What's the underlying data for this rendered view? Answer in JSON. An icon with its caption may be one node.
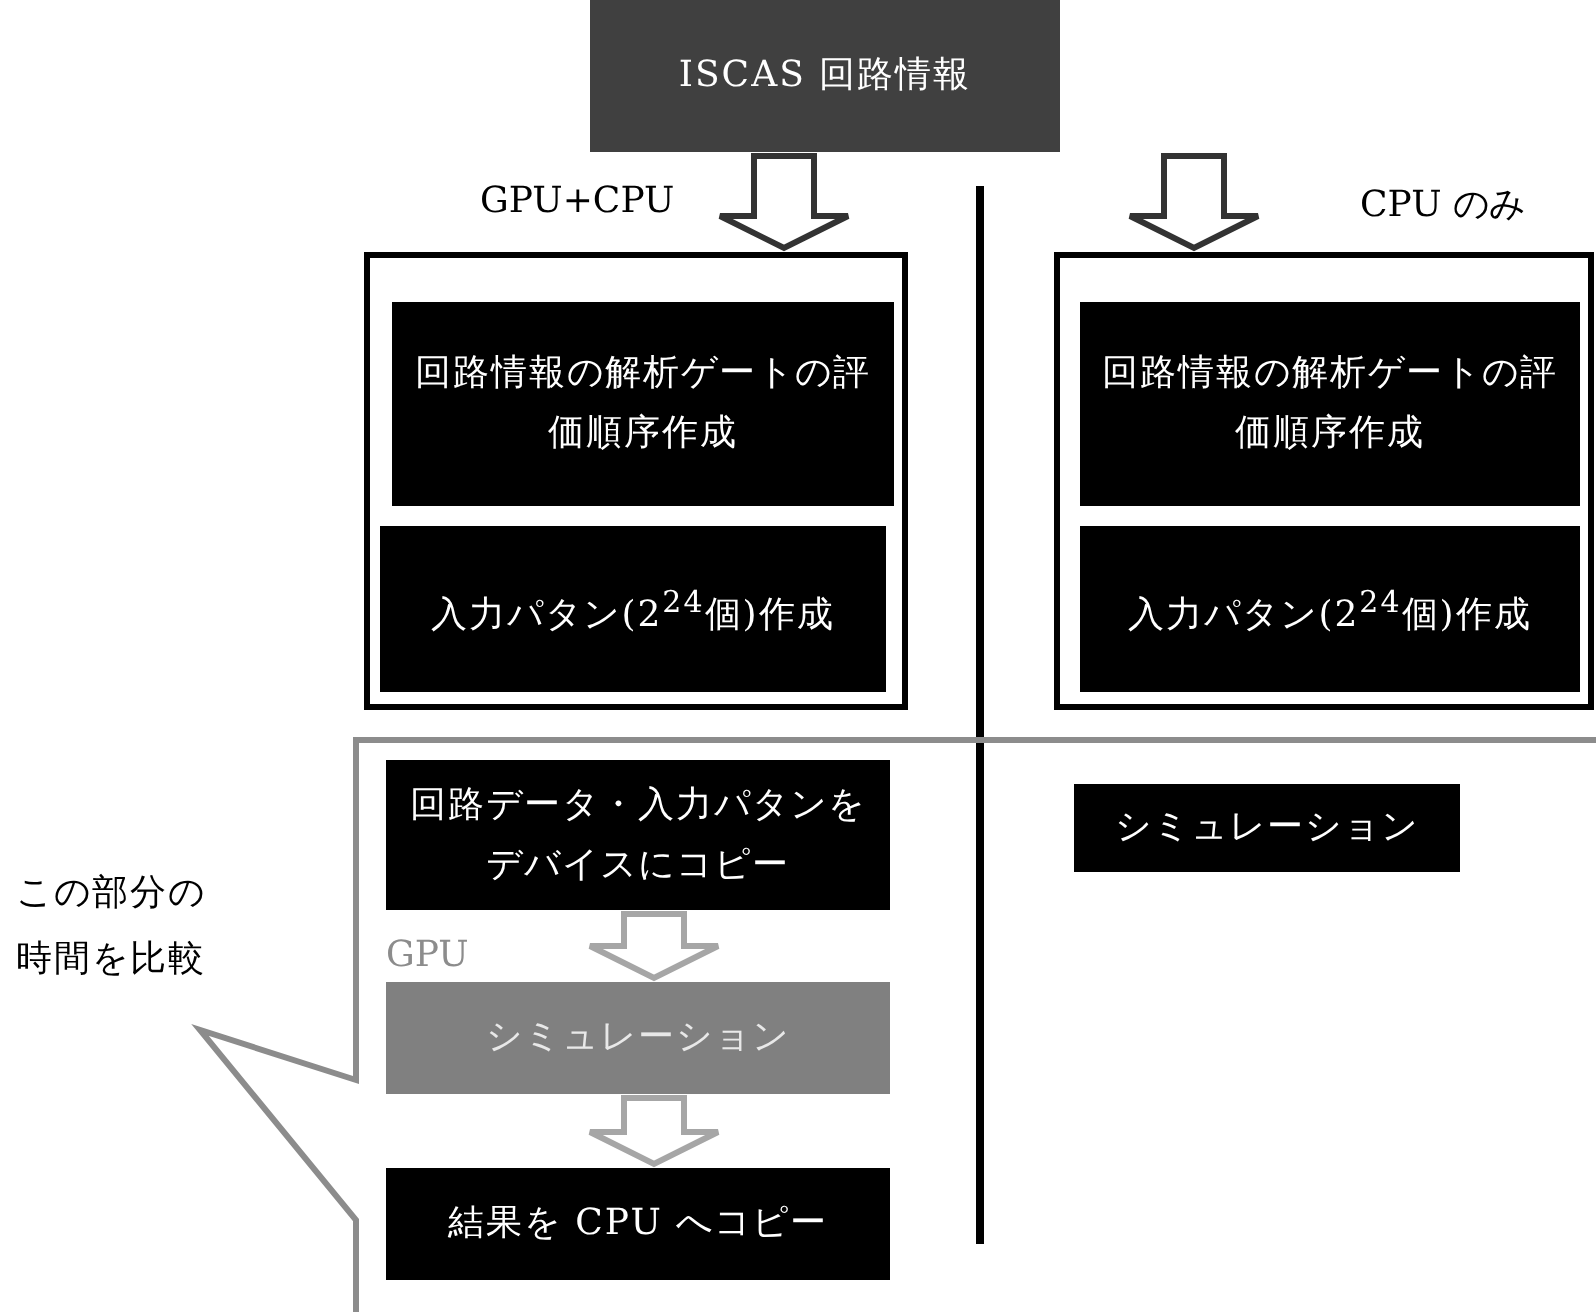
{
  "diagram": {
    "nodes": [
      {
        "text": [
          "ISCAS 回路情報"
        ]
      },
      {
        "text": [],
        "shape": "box"
      },
      {
        "text": [
          "回路情報の解析ゲートの評価順序作成"
        ],
        "in": 1
      },
      {
        "text": [
          "入力パタン(2$^{24}$個)作成"
        ],
        "in": 1
      },
      {
        "text": [],
        "shape": "box"
      },
      {
        "text": [
          "回路情報の解析ゲートの評価順序作成"
        ],
        "in": 4
      },
      {
        "text": [
          "入力パタン(2$^{24}$個)作成"
        ],
        "in": 4
      },
      {
        "text": [
          "この部分の時間を比較"
        ]
      },
      {
        "text": [
          "回路データ・入力パタンをデバイスにコピー"
        ],
        "in": 7
      },
      {
        "text": [
          "シミュレーション"
        ],
        "beside": [
          "GPU"
        ],
        "in": 7
      },
      {
        "text": [
          "結果を CPU へコピー"
        ],
        "in": 7
      },
      {
        "text": [
          "シミュレーション"
        ],
        "in": 7
      }
    ],
    "edges": [
      {
        "from": 0,
        "to": 1,
        "arrow": "to"
      },
      {
        "from": 0,
        "to": 4,
        "arrow": "to"
      },
      {
        "from": 8,
        "to": 9,
        "arrow": "to",
        "color": "#a6a6a6"
      },
      {
        "from": 9,
        "to": 10,
        "arrow": "to",
        "color": "#a6a6a6"
      }
    ],
    "labels": [
      "GPU+CPU",
      "CPU のみ"
    ]
  }
}
